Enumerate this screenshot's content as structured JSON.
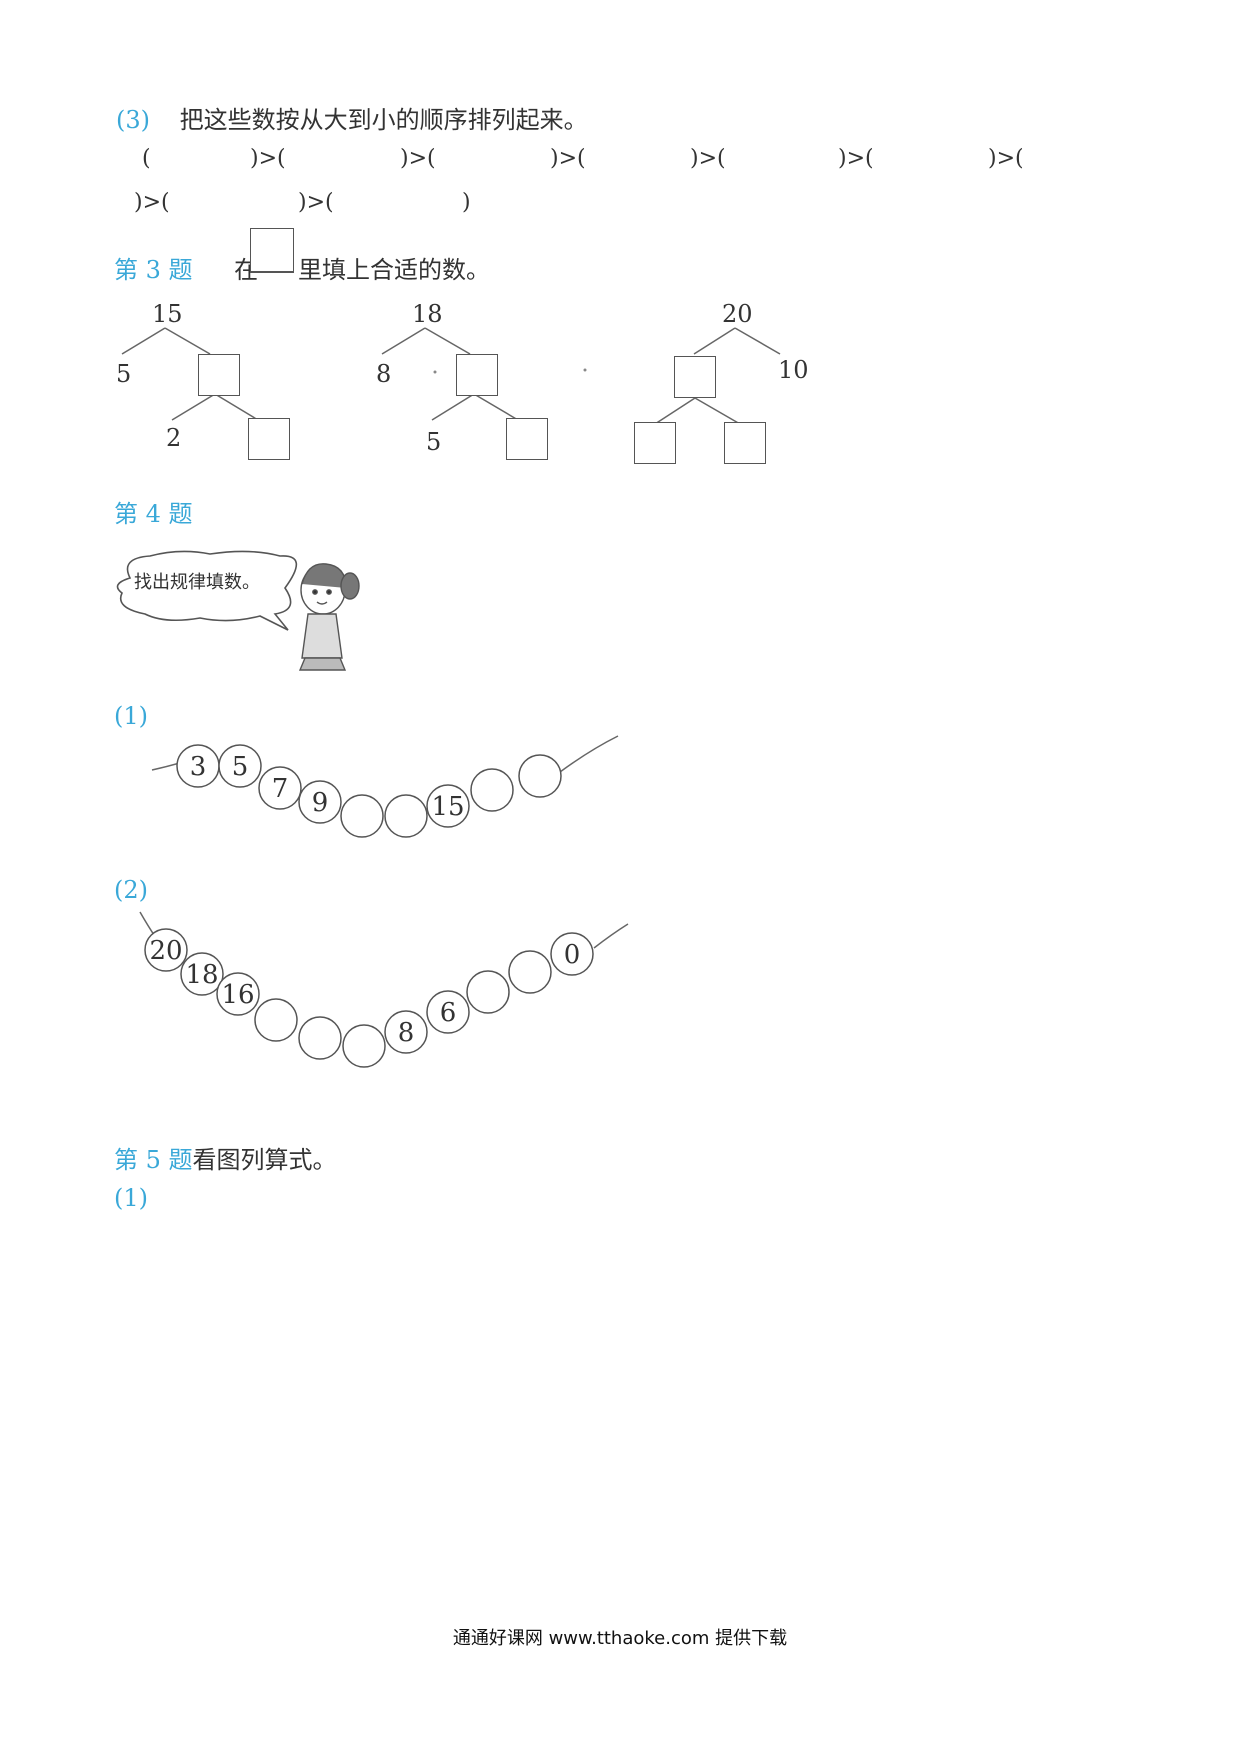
{
  "q3_part": {
    "label": "(3)",
    "instruction": "把这些数按从大到小的顺序排列起来。",
    "row1": [
      "(",
      ")>(",
      ")>(",
      ")>(",
      ")>(",
      ")>(",
      ")>("
    ],
    "row2": [
      ")>(",
      ")>(",
      ")"
    ]
  },
  "question3": {
    "label": "第 3 题",
    "prefix": "在",
    "suffix": "里填上合适的数。",
    "trees": [
      {
        "top": "15",
        "left": "5",
        "sub": "2"
      },
      {
        "top": "18",
        "left": "8",
        "sub": "5"
      },
      {
        "top": "20",
        "right": "10"
      }
    ]
  },
  "question4": {
    "label": "第 4 题",
    "bubble": "找出规律填数。",
    "part1": {
      "label": "(1)",
      "beads": [
        "3",
        "5",
        "7",
        "9",
        "",
        "",
        "15",
        "",
        ""
      ]
    },
    "part2": {
      "label": "(2)",
      "beads": [
        "20",
        "18",
        "16",
        "",
        "",
        "",
        "8",
        "6",
        "",
        "",
        "0"
      ]
    }
  },
  "question5": {
    "label": "第 5 题",
    "instruction": "看图列算式。",
    "part1_label": "(1)"
  },
  "footer": "通通好课网 www.tthaoke.com 提供下载"
}
